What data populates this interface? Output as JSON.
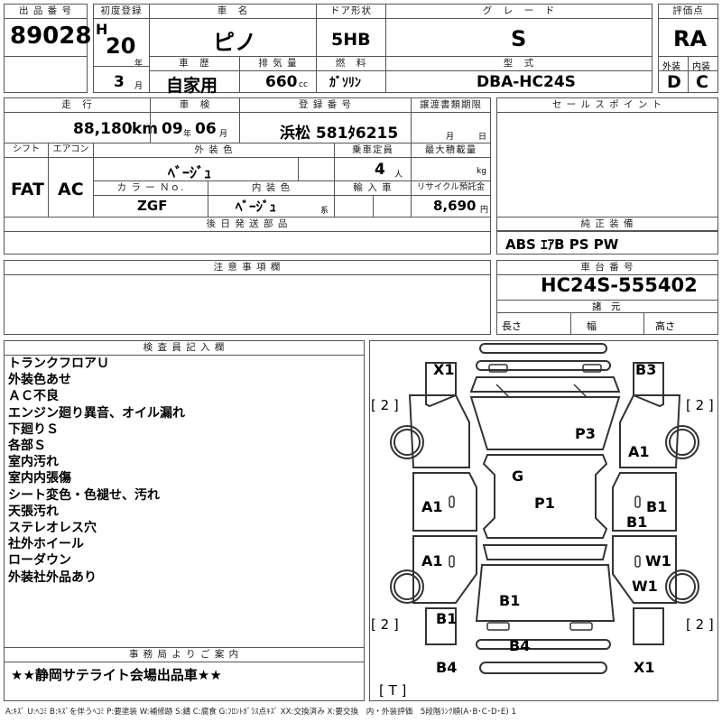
{
  "header": {
    "lot_no_label": "出 品 番 号",
    "lot_no": "89028",
    "first_reg_label": "初度登録",
    "era": "H",
    "reg_year": "20",
    "year_unit": "年",
    "reg_month": "3",
    "month_unit": "月",
    "car_name_label": "車　名",
    "car_name": "ピノ",
    "door_label": "ドア形状",
    "door": "5HB",
    "grade_label": "グ　レ　ー　ド",
    "grade": "S",
    "score_label": "評価点",
    "score": "RA",
    "history_label": "車　歴",
    "history": "自家用",
    "disp_label": "排 気 量",
    "disp": "660",
    "disp_unit": "cc",
    "fuel_label": "燃　料",
    "fuel": "ｶﾞｿﾘﾝ",
    "model_label": "型　式",
    "model": "DBA-HC24S",
    "ext_label": "外装",
    "int_label": "内装",
    "ext": "D",
    "int": "C"
  },
  "row2": {
    "mileage_label": "走　行",
    "mileage": "88,180",
    "mileage_unit": "km",
    "inspection_label": "車　検",
    "insp_y": "09",
    "insp_y_unit": "年",
    "insp_m": "06",
    "insp_m_unit": "月",
    "plate_label": "登 録 番 号",
    "plate": "浜松 581ﾀ6215",
    "transfer_label": "譲渡書類期限",
    "transfer_m": "月",
    "transfer_d": "日",
    "sales_label": "セ ー ル ス ポ イ ン ト",
    "shift_label": "シフト",
    "shift": "FAT",
    "ac_label": "エアコン",
    "ac": "AC",
    "color_label": "外 装 色",
    "color": "ﾍﾞｰｼﾞｭ",
    "capacity_label": "乗車定員",
    "capacity": "4",
    "capacity_unit": "人",
    "load_label": "最大積載量",
    "load_unit": "kg",
    "colorno_label": "カ ラ ー Ｎｏ.",
    "colorno": "ZGF",
    "interior_label": "内 装 色",
    "interior": "ﾍﾞｰｼﾞｭ",
    "interior_unit": "系",
    "import_label": "輸 入 車",
    "recycle_label": "リサイクル預託金",
    "recycle": "8,690",
    "recycle_unit": "円",
    "later_label": "後 日 発 送 部 品",
    "equip_label": "純 正 装 備",
    "equip": "ABS ｴｱB PS PW",
    "caution_label": "注 意 事 項 欄",
    "vin_label": "車 台 番 号",
    "vin": "HC24S-555402",
    "spec_label": "諸　元",
    "len_label": "長さ",
    "wid_label": "幅",
    "hei_label": "高さ"
  },
  "inspector": {
    "label": "検 査 員 記 入 欄",
    "notes": [
      "トランクフロアＵ",
      "外装色あせ",
      "ＡＣ不良",
      "エンジン廻り異音、オイル漏れ",
      "下廻りＳ",
      "各部Ｓ",
      "室内汚れ",
      "室内内張傷",
      "シート変色・色褪せ、汚れ",
      "天張汚れ",
      "ステレオレス穴",
      "社外ホイール",
      "ローダウン",
      "外装社外品あり"
    ]
  },
  "office": {
    "label": "事 務 局 よ り ご 案 内",
    "text": "★★静岡サテライト会場出品車★★"
  },
  "diagram": {
    "marks": {
      "x1_top": "X1",
      "b3_top": "B3",
      "p3": "P3",
      "a1_rf": "A1",
      "g": "G",
      "p1": "P1",
      "a1_lf": "A1",
      "b1_rf": "B1",
      "b1_r": "B1",
      "a1_lr": "A1",
      "w1_r": "W1",
      "w1_rr": "W1",
      "b1_c": "B1",
      "b1_rear": "B1",
      "b4": "B4",
      "b4_bl": "B4",
      "x1_bot": "X1"
    },
    "tires": {
      "fl": "[ 2 ]",
      "fr": "[ 2 ]",
      "rl": "[ 2 ]",
      "rr": "[ 2 ]",
      "spare": "[ T ]"
    }
  },
  "legend": "A:ｷｽﾞ U:ﾍｺﾐ B:ｷｽﾞを伴うﾍｺﾐ P:要塗装 W:補修跡 S:錆 C:腐食 G:ﾌﾛﾝﾄｶﾞﾗｽ点ｷｽﾞ XX:交換済み X:要交換　内・外装評価　5段階ﾗﾝｸ順(A･B･C･D･E) 1"
}
